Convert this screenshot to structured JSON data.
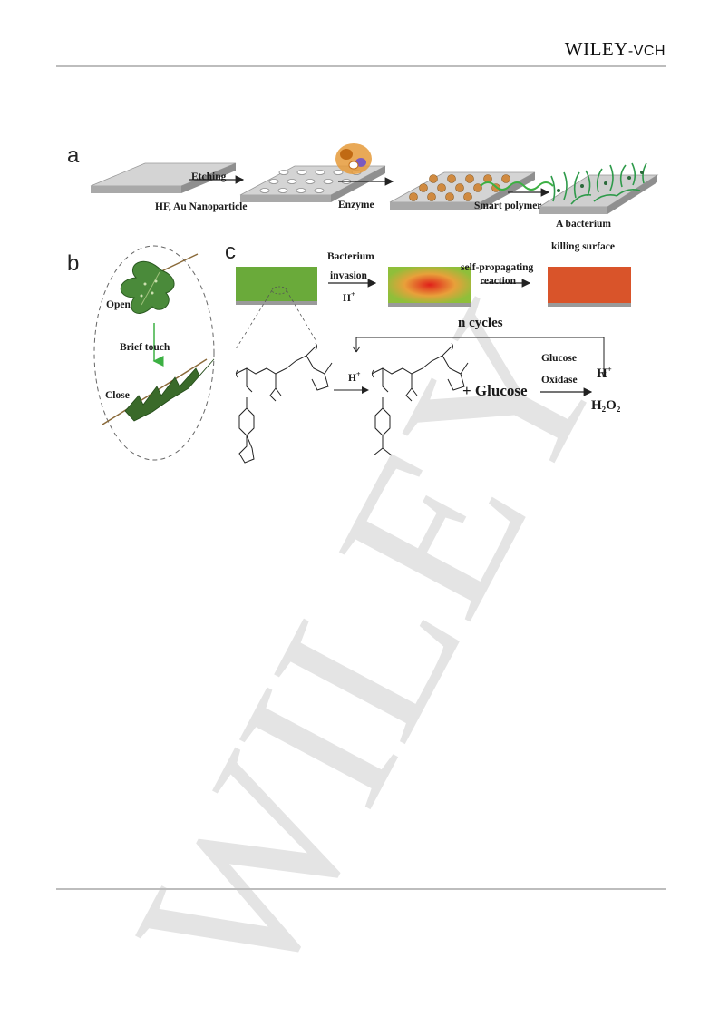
{
  "header": {
    "logo_brand": "WILEY",
    "logo_suffix": "-VCH"
  },
  "figure": {
    "panel_a": {
      "letter": "a",
      "arrow1_top": "Etching",
      "arrow1_bottom": "HF, Au Nanoparticle",
      "arrow2_bottom": "Enzyme",
      "arrow3_bottom": "Smart polymer"
    },
    "panel_b": {
      "letter": "b",
      "open_label": "Open",
      "touch_label": "Brief touch",
      "close_label": "Close"
    },
    "panel_c": {
      "letter": "c",
      "invasion_line1": "Bacterium",
      "invasion_line2": "invasion",
      "invasion_line3": "H",
      "self_prop_line1": "self-propagating",
      "self_prop_line2": "reaction",
      "result_line1": "A bacterium",
      "result_line2": "killing surface",
      "cycles_label": "n cycles",
      "hplus_left": "H",
      "plus_glucose": "+ Glucose",
      "enzyme_line1": "Glucose",
      "enzyme_line2": "Oxidase",
      "hplus_right": "H",
      "product": "H₂O₂"
    },
    "colors": {
      "green_surface": "#6aaa3a",
      "red_surface": "#d9542a",
      "gradient_center": "#e0201a",
      "chip_gray": "#c9c9c9",
      "leaf_green": "#4a8a3a",
      "arrow_green": "#3cb043"
    }
  },
  "watermark": {
    "text": "WILEY"
  }
}
